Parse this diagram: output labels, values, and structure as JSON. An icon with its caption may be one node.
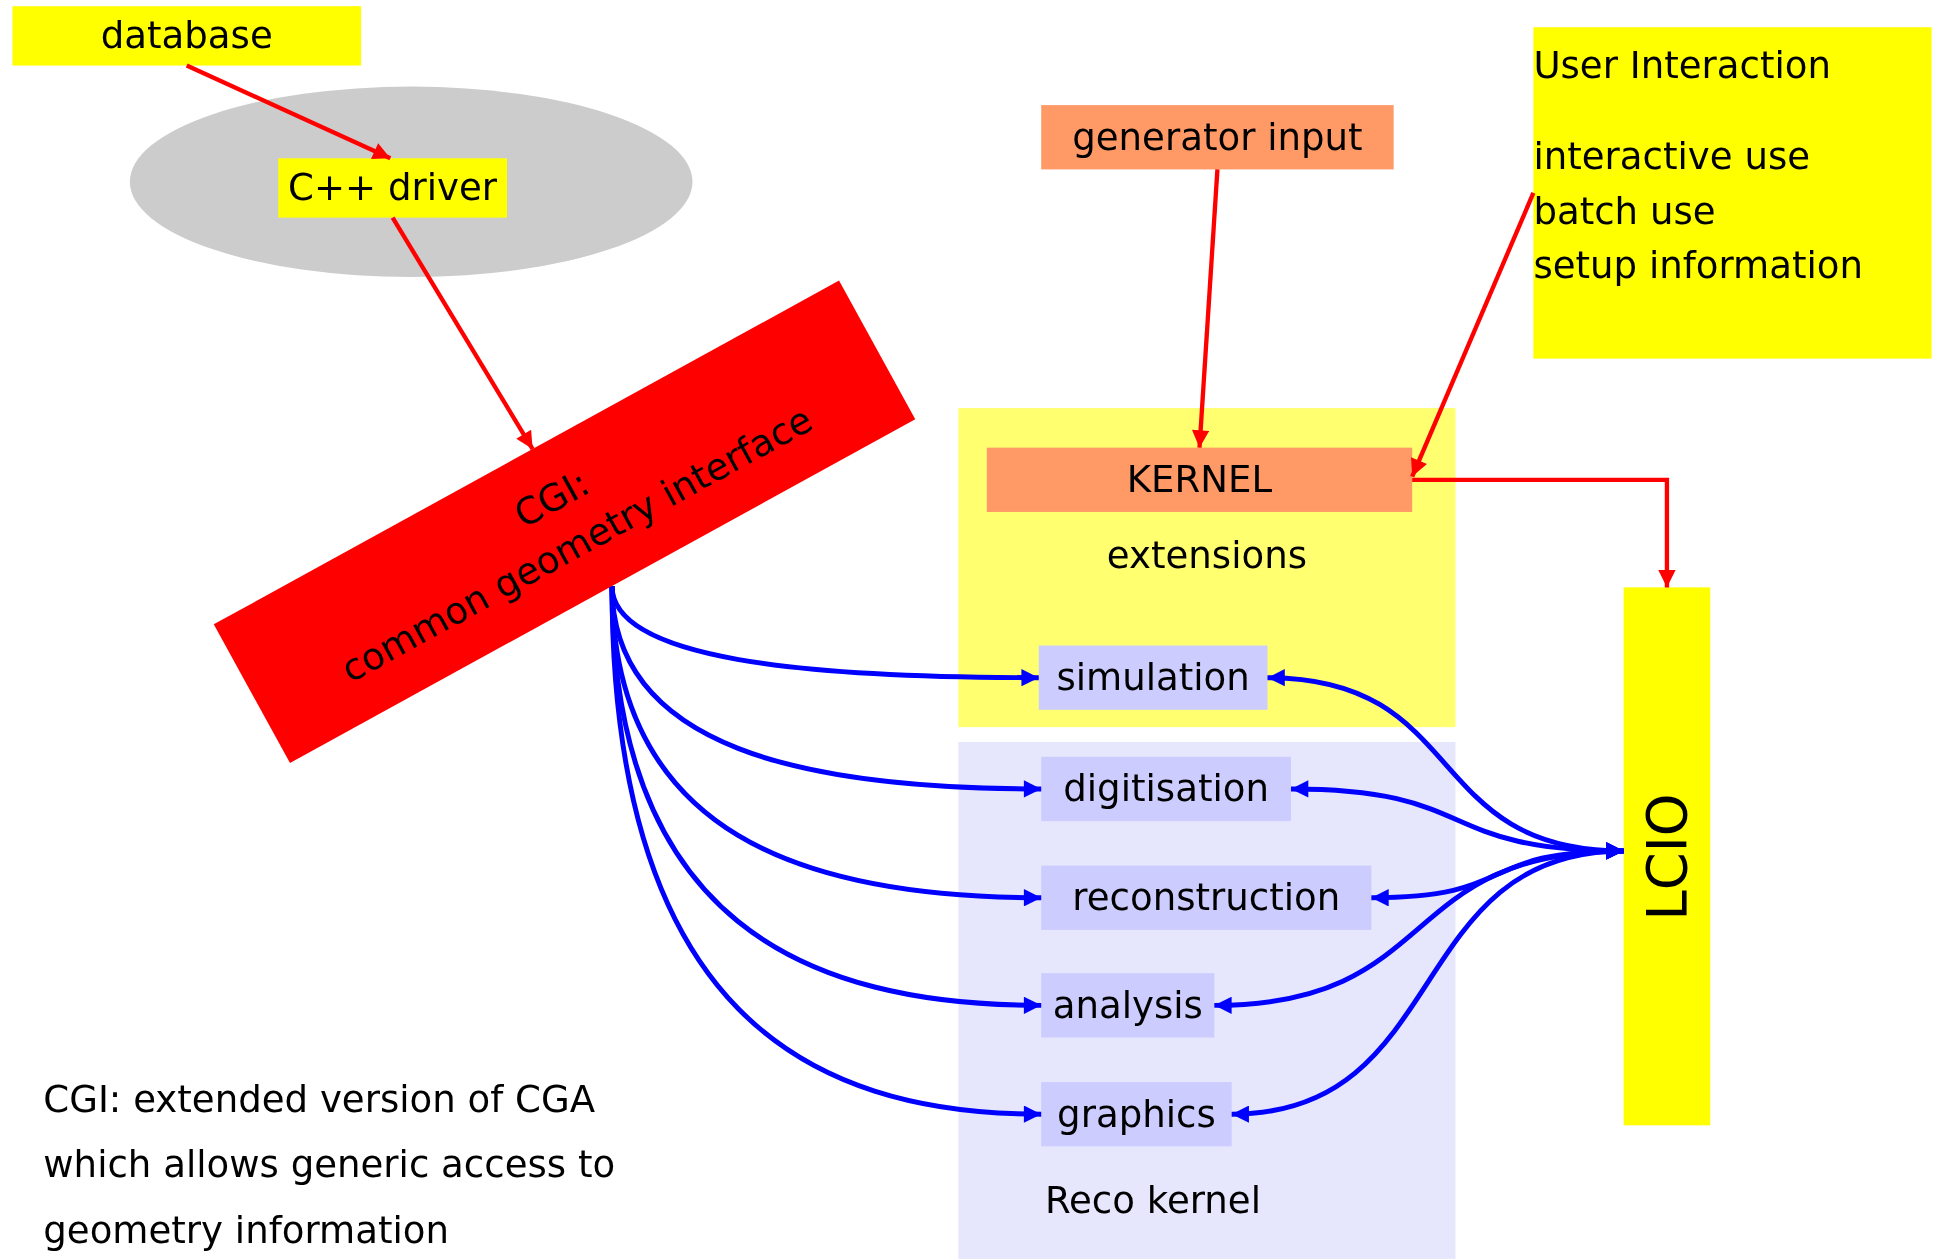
{
  "diagram": {
    "nodes": [
      {
        "text": [
          "database"
        ]
      },
      {
        "text": [],
        "shape": "ellipse"
      },
      {
        "text": [
          "C++ driver"
        ],
        "in": 1
      },
      {
        "text": [
          "CGI:",
          "common geometry interface"
        ]
      },
      {
        "text": [
          "generator input"
        ]
      },
      {
        "text": [
          "User Interaction",
          "interactive use",
          "batch use",
          "setup information"
        ]
      },
      {
        "text": [
          "extensions"
        ]
      },
      {
        "text": [
          "KERNEL"
        ],
        "in": 6
      },
      {
        "text": [
          "simulation"
        ],
        "in": 6
      },
      {
        "text": [
          "Reco kernel"
        ]
      },
      {
        "text": [
          "digitisation"
        ],
        "in": 9
      },
      {
        "text": [
          "reconstruction"
        ],
        "in": 9
      },
      {
        "text": [
          "analysis"
        ],
        "in": 9
      },
      {
        "text": [
          "graphics"
        ],
        "in": 9
      },
      {
        "text": [
          "LCIO"
        ]
      }
    ],
    "edges": [
      {
        "from": 0,
        "to": 2,
        "arrow": "to",
        "color": "#ff0000"
      },
      {
        "from": 2,
        "to": 3,
        "arrow": "to",
        "color": "#ff0000"
      },
      {
        "from": 4,
        "to": 7,
        "arrow": "to",
        "color": "#ff0000"
      },
      {
        "from": 5,
        "to": 7,
        "arrow": "to",
        "color": "#ff0000"
      },
      {
        "from": 7,
        "to": 14,
        "arrow": "to",
        "color": "#ff0000"
      },
      {
        "from": 3,
        "to": 8,
        "arrow": "to"
      },
      {
        "from": 3,
        "to": 10,
        "arrow": "to"
      },
      {
        "from": 3,
        "to": 11,
        "arrow": "to"
      },
      {
        "from": 3,
        "to": 12,
        "arrow": "to"
      },
      {
        "from": 3,
        "to": 13,
        "arrow": "to"
      },
      {
        "from": 14,
        "to": 8,
        "arrow": "both"
      },
      {
        "from": 14,
        "to": 10,
        "arrow": "both"
      },
      {
        "from": 14,
        "to": 11,
        "arrow": "both"
      },
      {
        "from": 14,
        "to": 12,
        "arrow": "both"
      },
      {
        "from": 14,
        "to": 13,
        "arrow": "both"
      }
    ],
    "labels": [
      "CGI: extended version of CGA which allows generic access to geometry information"
    ]
  }
}
